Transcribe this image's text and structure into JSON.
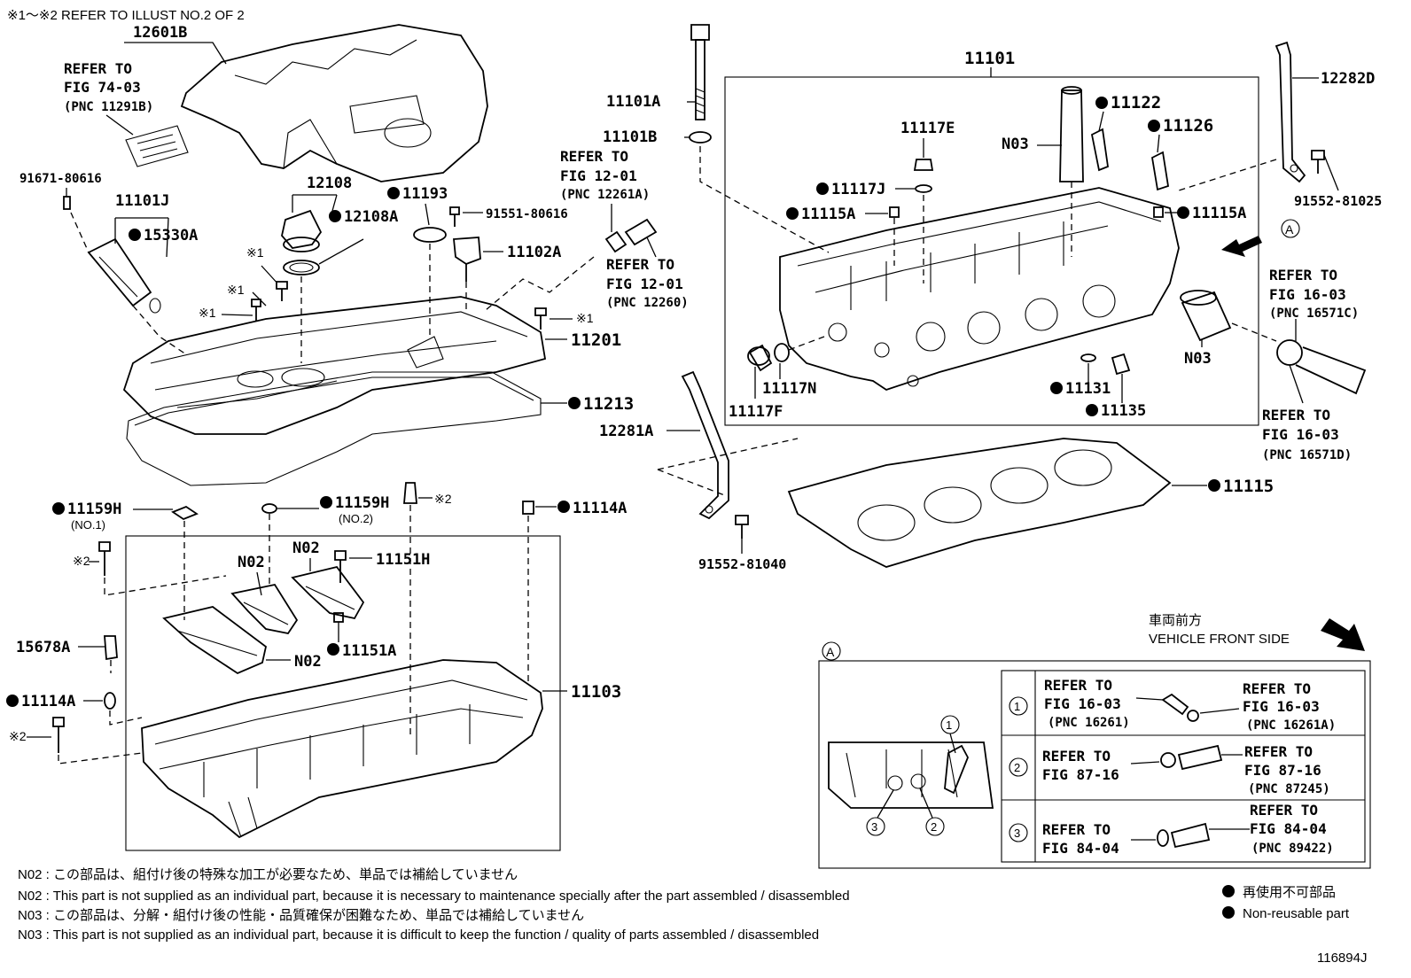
{
  "top_note": "※1～※2  REFER TO ILLUST NO.2 OF 2",
  "labels": {
    "l12601B": "12601B",
    "refer_74": "REFER TO",
    "fig_74": "FIG 74-03",
    "pnc_74": "(PNC 11291B)",
    "l91671": "91671-80616",
    "l11101J": "11101J",
    "l15330A": "15330A",
    "l12108": "12108",
    "l12108A": "12108A",
    "l11193": "11193",
    "l91551": "91551-80616",
    "l11102A": "11102A",
    "ref1_top": "※1",
    "ref1_mid": "※1",
    "ref1_left": "※1",
    "ref1_right": "※1",
    "l11201": "11201",
    "l11213": "11213",
    "l11101A": "11101A",
    "l11101B": "11101B",
    "refer_12a": "REFER TO",
    "fig_12a": "FIG 12-01",
    "pnc_12a": "(PNC 12261A)",
    "refer_12b": "REFER TO",
    "fig_12b": "FIG 12-01",
    "pnc_12b": "(PNC 12260)",
    "l11101": "11101",
    "l11117E": "11117E",
    "l11117J": "11117J",
    "l11115A_l": "11115A",
    "l11115A_r": "11115A",
    "lN03_top": "N03",
    "l11122": "11122",
    "l11126": "11126",
    "l12282D": "12282D",
    "l91552_81025": "91552-81025",
    "refer_16c": "REFER TO",
    "fig_16c": "FIG 16-03",
    "pnc_16c": "(PNC 16571C)",
    "lN03_side": "N03",
    "l11117N": "11117N",
    "l11117F": "11117F",
    "l11131": "11131",
    "l11135": "11135",
    "refer_16d": "REFER TO",
    "fig_16d": "FIG 16-03",
    "pnc_16d": "(PNC 16571D)",
    "l12281A": "12281A",
    "l11115": "11115",
    "l91552_81040": "91552-81040",
    "l11159H_1": "11159H",
    "no1": "(NO.1)",
    "l11159H_2": "11159H",
    "no2": "(NO.2)",
    "ref2_a": "※2",
    "ref2_b": "※2",
    "ref2_c": "※2",
    "l11114A_t": "11114A",
    "lN02_a": "N02",
    "lN02_b": "N02",
    "lN02_c": "N02",
    "l11151H": "11151H",
    "l11151A": "11151A",
    "l15678A": "15678A",
    "l11114A_l": "11114A",
    "l11103": "11103",
    "front_jp": "車両前方",
    "front_en": "VEHICLE FRONT SIDE",
    "callout_a": "A",
    "inset_a": "A"
  },
  "inset": {
    "rows": [
      {
        "num": "1",
        "left_refer": "REFER TO",
        "left_fig": "FIG 16-03",
        "left_pnc": "(PNC 16261)",
        "right_refer": "REFER TO",
        "right_fig": "FIG 16-03",
        "right_pnc": "(PNC 16261A)"
      },
      {
        "num": "2",
        "left_refer": "REFER TO",
        "left_fig": "FIG 87-16",
        "left_pnc": "",
        "right_refer": "REFER TO",
        "right_fig": "FIG 87-16",
        "right_pnc": "(PNC 87245)"
      },
      {
        "num": "3",
        "left_refer": "REFER TO",
        "left_fig": "FIG 84-04",
        "left_pnc": "",
        "right_refer": "REFER TO",
        "right_fig": "FIG 84-04",
        "right_pnc": "(PNC 89422)"
      }
    ],
    "pointer_1": "1",
    "pointer_2": "2",
    "pointer_3": "3"
  },
  "notes": [
    "N02 : この部品は、組付け後の特殊な加工が必要なため、単品では補給していません",
    "N02 : This part is not supplied as an individual part, because it is necessary to maintenance specially after the part assembled / disassembled",
    "N03 : この部品は、分解・組付け後の性能・品質確保が困難なため、単品では補給していません",
    "N03 : This part is not supplied as an individual part, because it is difficult to keep the function / quality of parts  assembled / disassembled"
  ],
  "legend": {
    "jp": "再使用不可部品",
    "en": "Non-reusable part"
  },
  "figure_id": "116894J"
}
